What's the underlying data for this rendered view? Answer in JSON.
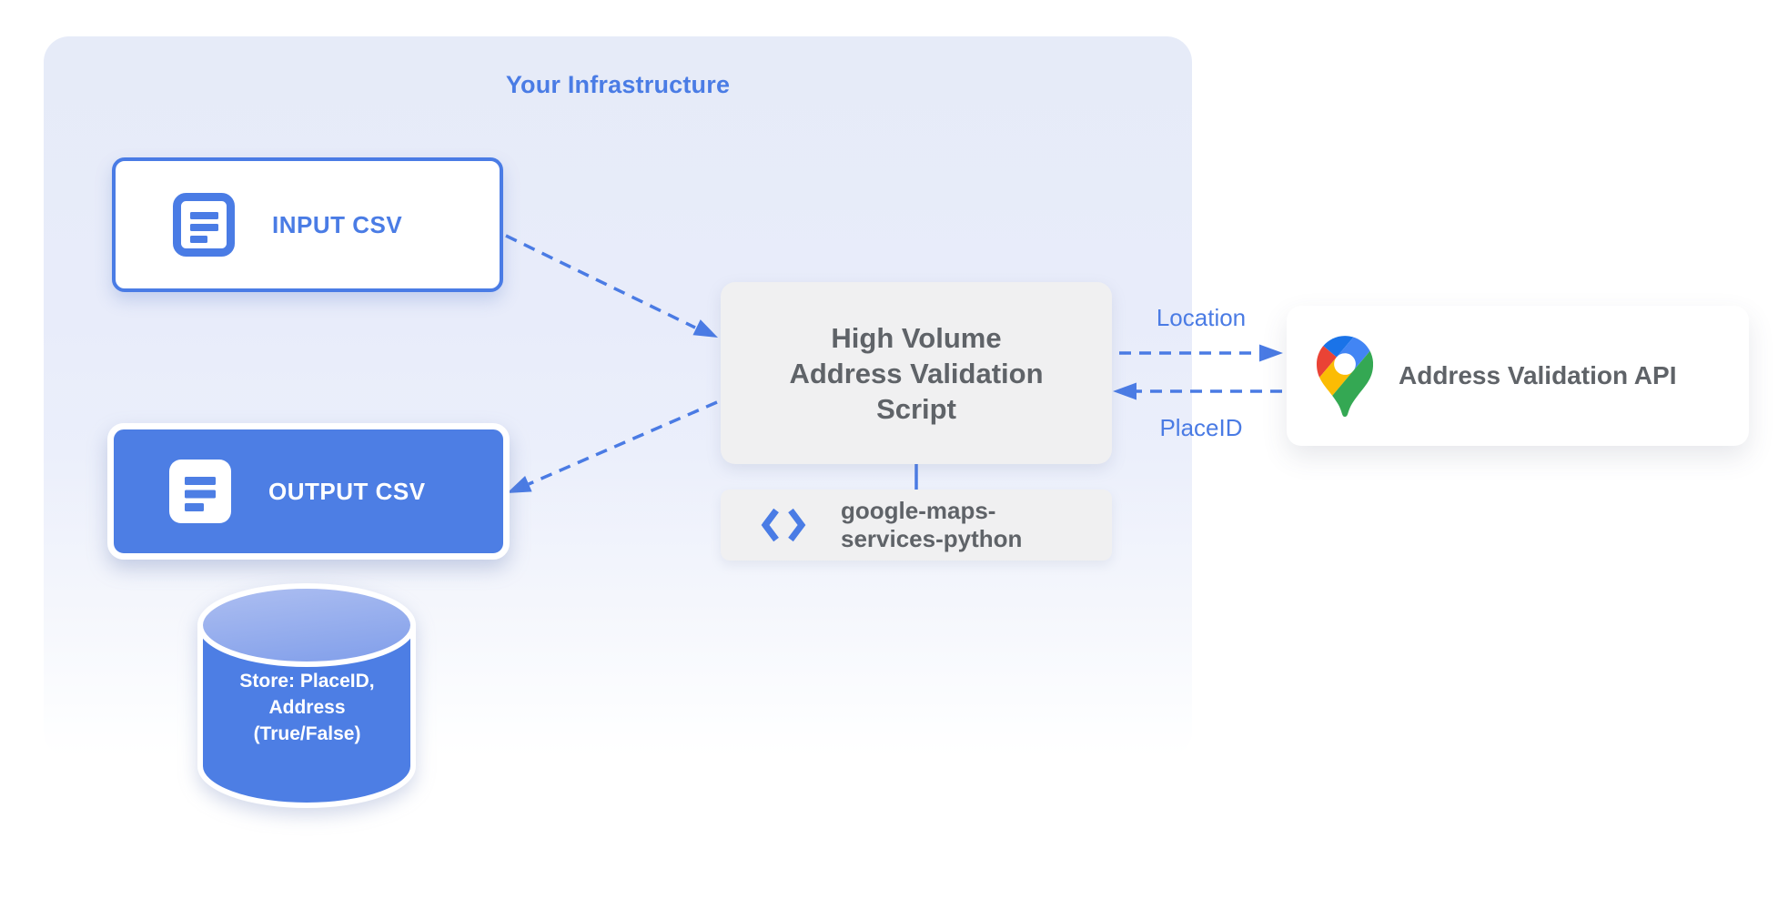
{
  "diagram": {
    "infrastructure_label": "Your Infrastructure",
    "input_csv": {
      "label": "INPUT CSV",
      "icon": "document-icon"
    },
    "output_csv": {
      "label": "OUTPUT CSV",
      "icon": "document-icon"
    },
    "datastore": {
      "line1": "Store: PlaceID,",
      "line2": "Address",
      "line3": "(True/False)"
    },
    "script": {
      "line1": "High Volume",
      "line2": "Address Validation",
      "line3": "Script"
    },
    "library": {
      "line1": "google-maps-",
      "line2": "services-python",
      "icon": "code-icon"
    },
    "api": {
      "label": "Address Validation API",
      "icon": "google-maps-pin-icon"
    },
    "edges": {
      "location_label": "Location",
      "placeid_label": "PlaceID"
    },
    "colors": {
      "primary_blue": "#4a7ce5",
      "fill_blue": "#4d7ee4",
      "arrow_blue": "#4a7be4",
      "container_bg_top": "#e6ebf8",
      "gray_box": "#f0f0f1",
      "text_gray": "#5f6368",
      "cylinder_top_light": "#aebff1",
      "cylinder_top_dark": "#87a3eb",
      "maps_pin_red": "#ea4335",
      "maps_pin_blue": "#4285f4",
      "maps_pin_dark_blue": "#1a73e8",
      "maps_pin_yellow": "#fbbc04",
      "maps_pin_green": "#34a853"
    }
  }
}
